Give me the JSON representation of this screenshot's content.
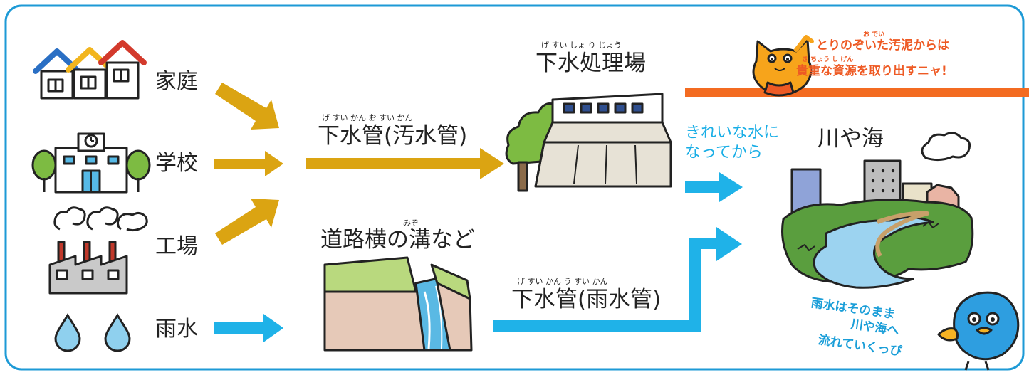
{
  "colors": {
    "frame": "#1d9ad6",
    "sewage_arrow": "#dba412",
    "rain_arrow": "#1fb2e8",
    "clean_water_text": "#19aee6",
    "speech_bar": "#f36b21",
    "cat_speech_text": "#ee5a24",
    "bird_speech_text": "#1a9ed8"
  },
  "sources": [
    {
      "label": "家庭",
      "icon": "houses-icon"
    },
    {
      "label": "学校",
      "icon": "school-icon"
    },
    {
      "label": "工場",
      "icon": "factory-icon"
    },
    {
      "label": "雨水",
      "icon": "raindrops-icon"
    }
  ],
  "sewer_sewage": {
    "ruby": "げ すい かん  お すい かん",
    "label": "下水管(汚水管)"
  },
  "treatment_plant": {
    "ruby": "げ すい しょ  り じょう",
    "label": "下水処理場"
  },
  "roadside_ditch": {
    "ruby": "みぞ",
    "label": "道路横の溝など"
  },
  "sewer_storm": {
    "ruby": "げ すい かん    う すい かん",
    "label": "下水管(雨水管)"
  },
  "clean_water_note": {
    "line1": "きれいな水に",
    "line2": "なってから"
  },
  "destination": {
    "label": "川や海"
  },
  "cat_bubble": {
    "line1": "とりのぞいた汚泥からは",
    "line1_ruby": "お でい",
    "line2": "貴重な資源を取り出すニャ!",
    "line2_ruby": "き ちょう   し げん"
  },
  "bird_bubble": {
    "line1": "雨水はそのまま",
    "line2": "川や海へ",
    "line3": "流れていくっぴ"
  }
}
